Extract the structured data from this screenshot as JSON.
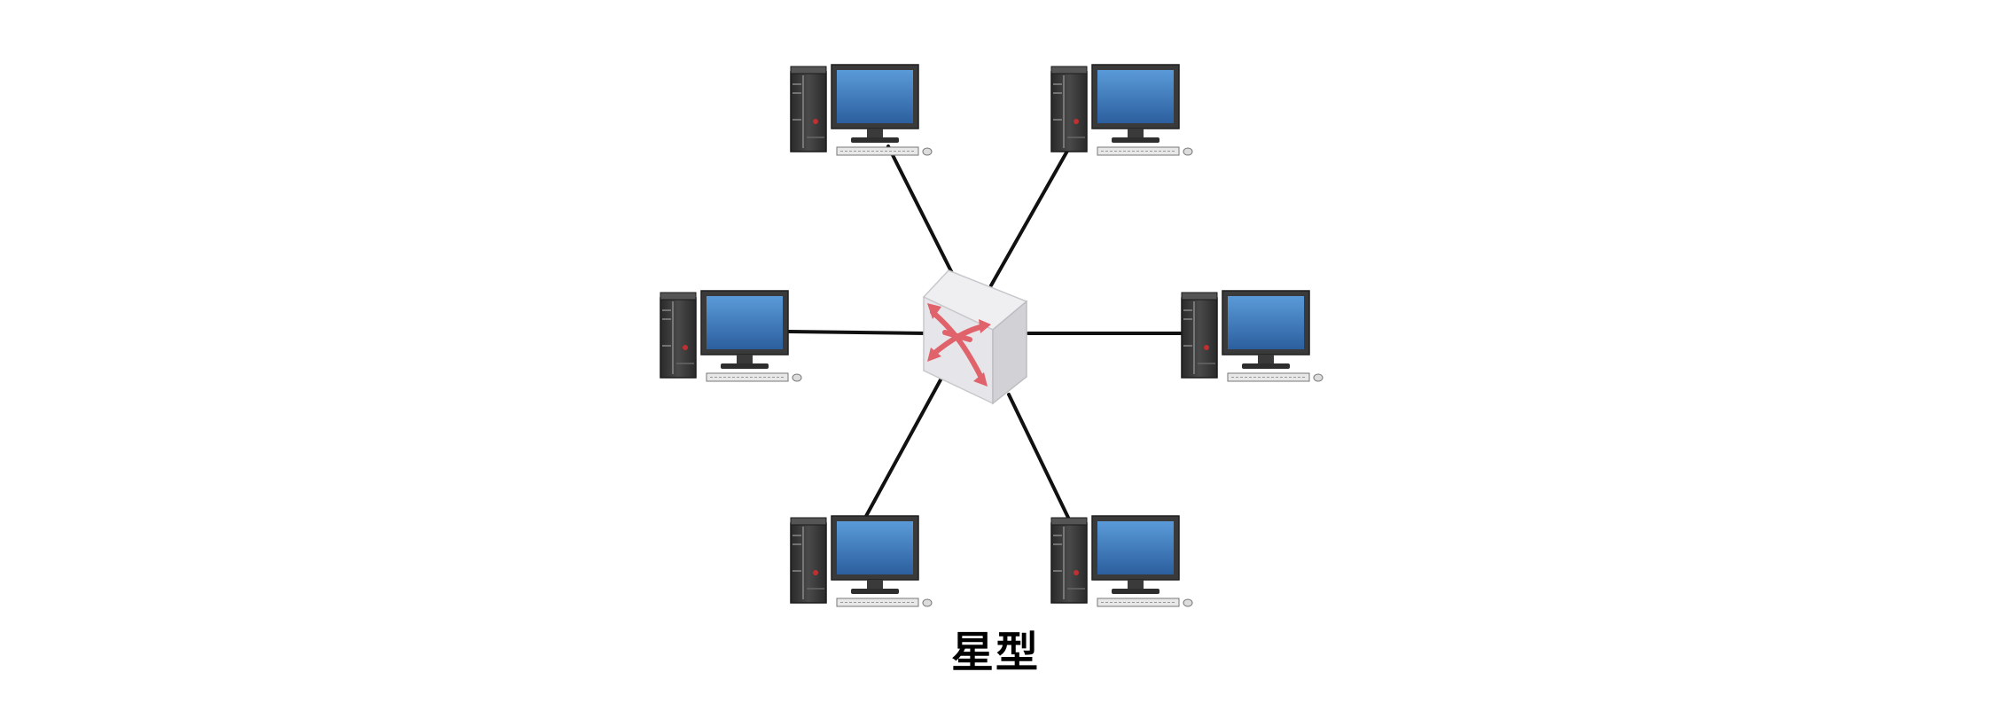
{
  "diagram": {
    "caption": "星型",
    "hub": {
      "kind": "switch",
      "icon": "switch-icon",
      "arrow_color": "#e0626b"
    },
    "nodes": [
      {
        "id": "top-left",
        "icon": "desktop-computer-icon"
      },
      {
        "id": "top-right",
        "icon": "desktop-computer-icon"
      },
      {
        "id": "middle-left",
        "icon": "desktop-computer-icon"
      },
      {
        "id": "middle-right",
        "icon": "desktop-computer-icon"
      },
      {
        "id": "bottom-left",
        "icon": "desktop-computer-icon"
      },
      {
        "id": "bottom-right",
        "icon": "desktop-computer-icon"
      }
    ],
    "colors": {
      "screen": "#3d7dc4",
      "link": "#111111",
      "tower": "#3a3a3a"
    }
  }
}
